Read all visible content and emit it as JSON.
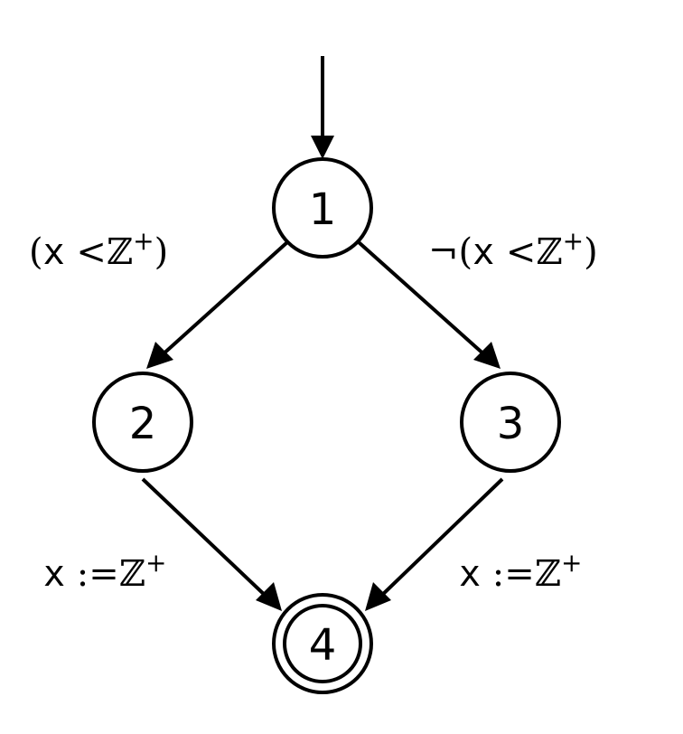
{
  "diagram": {
    "nodes": [
      {
        "id": "1",
        "label": "1",
        "accepting": false
      },
      {
        "id": "2",
        "label": "2",
        "accepting": false
      },
      {
        "id": "3",
        "label": "3",
        "accepting": false
      },
      {
        "id": "4",
        "label": "4",
        "accepting": true
      }
    ],
    "edges": [
      {
        "from": "start",
        "to": "1",
        "label": null
      },
      {
        "from": "1",
        "to": "2",
        "label": "1-2"
      },
      {
        "from": "1",
        "to": "3",
        "label": "1-3"
      },
      {
        "from": "2",
        "to": "4",
        "label": "2-4"
      },
      {
        "from": "3",
        "to": "4",
        "label": "3-4"
      }
    ],
    "edge_labels": {
      "1-2": {
        "open": "(",
        "var": "x",
        "op": " <",
        "set": "ℤ",
        "sup": "+",
        "close": ")"
      },
      "1-3": {
        "neg": "¬",
        "open": "(",
        "var": "x",
        "op": " <",
        "set": "ℤ",
        "sup": "+",
        "close": ")"
      },
      "2-4": {
        "var": "x",
        "op": " :=",
        "set": "ℤ",
        "sup": "+"
      },
      "3-4": {
        "var": "x",
        "op": " :=",
        "set": "ℤ",
        "sup": "+"
      }
    }
  }
}
